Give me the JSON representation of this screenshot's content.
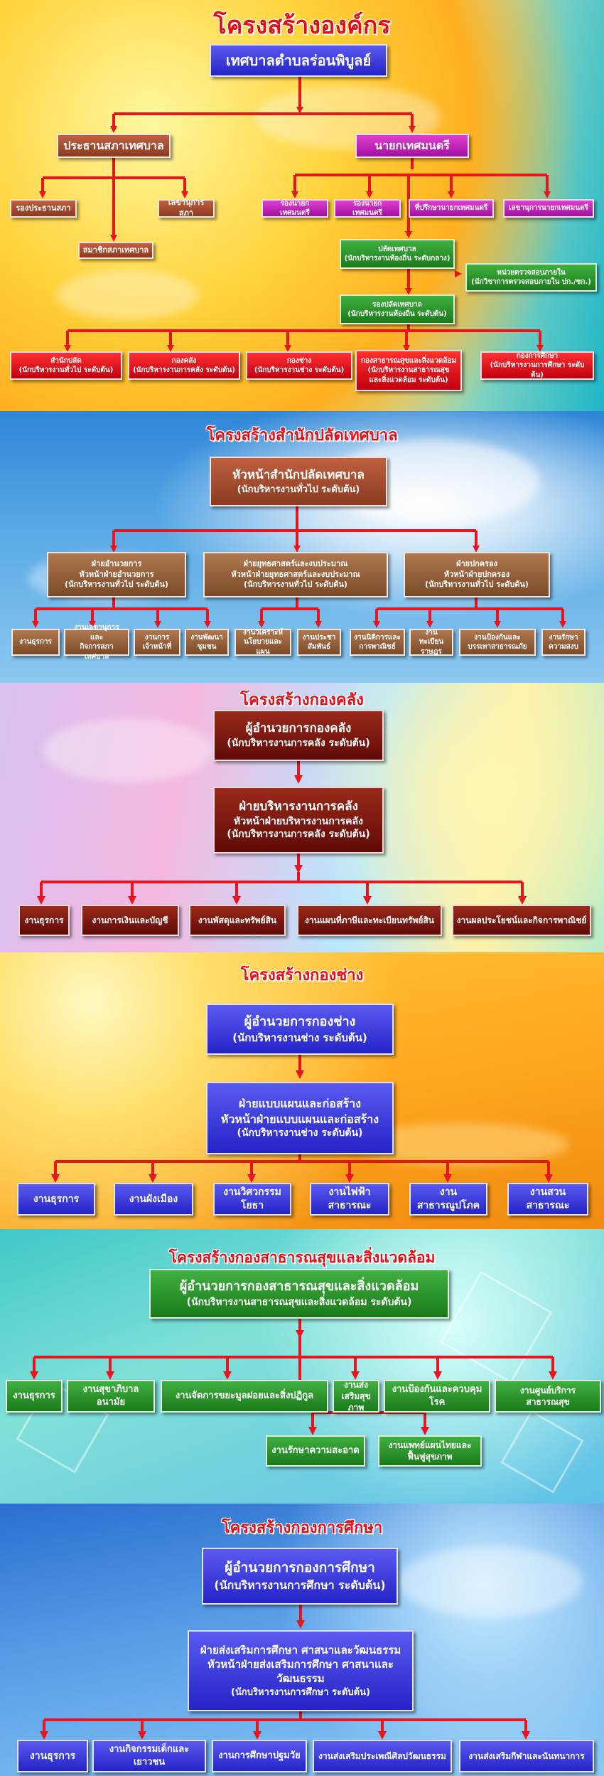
{
  "org": {
    "title": "โครงสร้างองค์กร",
    "top": "เทศบาลตำบลร่อนพิบูลย์",
    "council_president": "ประธานสภาเทศบาล",
    "mayor": "นายกเทศมนตรี",
    "council_vp": "รองประธานสภา",
    "council_secretary": "เลขานุการสภา",
    "council_members": "สมาชิกสภาเทศบาล",
    "deputy_mayor_1": "รองนายกเทศมนตรี",
    "deputy_mayor_2": "รองนายกเทศมนตรี",
    "mayor_advisor": "ที่ปรึกษานายกเทศมนตรี",
    "mayor_secretary": "เลขานุการนายกเทศมนตรี",
    "clerk": {
      "line1": "ปลัดเทศบาล",
      "line2": "(นักบริหารงานท้องถิ่น ระดับกลาง)"
    },
    "audit": {
      "line1": "หน่วยตรวจสอบภายใน",
      "line2": "(นักวิชาการตรวจสอบภายใน ปก./ชก.)"
    },
    "deputy_clerk": {
      "line1": "รองปลัดเทศบาล",
      "line2": "(นักบริหารงานท้องถิ่น ระดับต้น)"
    },
    "departments": [
      {
        "line1": "สำนักปลัด",
        "line2": "(นักบริหารงานทั่วไป ระดับต้น)"
      },
      {
        "line1": "กองคลัง",
        "line2": "(นักบริหารงานการคลัง ระดับต้น)"
      },
      {
        "line1": "กองช่าง",
        "line2": "(นักบริหารงานช่าง ระดับต้น)"
      },
      {
        "line1": "กองสาธารณสุขและสิ่งแวดล้อม",
        "line2": "(นักบริหารงานสาธารณสุข",
        "line3": "และสิ่งแวดล้อม ระดับต้น)"
      },
      {
        "line1": "กองการศึกษา",
        "line2": "(นักบริหารงานการศึกษา ระดับต้น)"
      }
    ]
  },
  "clerk_office": {
    "title": "โครงสร้างสำนักปลัดเทศบาล",
    "head": {
      "line1": "หัวหน้าสำนักปลัดเทศบาล",
      "line2": "(นักบริหารงานทั่วไป ระดับต้น)"
    },
    "divisions": [
      {
        "line1": "ฝ่ายอำนวยการ",
        "line2": "หัวหน้าฝ่ายอำนวยการ",
        "line3": "(นักบริหารงานทั่วไป ระดับต้น)"
      },
      {
        "line1": "ฝ่ายยุทธศาสตร์และงบประมาณ",
        "line2": "หัวหน้าฝ่ายยุทธศาสตร์และงบประมาณ",
        "line3": "(นักบริหารงานทั่วไป ระดับต้น)"
      },
      {
        "line1": "ฝ่ายปกครอง",
        "line2": "หัวหน้าฝ่ายปกครอง",
        "line3": "(นักบริหารงานทั่วไป ระดับต้น)"
      }
    ],
    "units": [
      {
        "line1": "งานธุรการ"
      },
      {
        "line1": "งานเลขานุการและ",
        "line2": "กิจการสภาเทศบาล"
      },
      {
        "line1": "งานการ",
        "line2": "เจ้าหน้าที่"
      },
      {
        "line1": "งานพัฒนา",
        "line2": "ชุมชน"
      },
      {
        "line1": "งานวิเคราะห์",
        "line2": "นโยบายและแผน"
      },
      {
        "line1": "งานประชา",
        "line2": "สัมพันธ์"
      },
      {
        "line1": "งานนิติการและ",
        "line2": "การพาณิชย์"
      },
      {
        "line1": "งานทะเบียน",
        "line2": "ราษฎร"
      },
      {
        "line1": "งานป้องกันและ",
        "line2": "บรรเทาสาธารณภัย"
      },
      {
        "line1": "งานรักษา",
        "line2": "ความสงบ"
      }
    ]
  },
  "finance": {
    "title": "โครงสร้างกองคลัง",
    "head": {
      "line1": "ผู้อำนวยการกองคลัง",
      "line2": "(นักบริหารงานการคลัง ระดับต้น)"
    },
    "division": {
      "line1": "ฝ่ายบริหารงานการคลัง",
      "line2": "หัวหน้าฝ่ายบริหารงานการคลัง",
      "line3": "(นักบริหารงานการคลัง ระดับต้น)"
    },
    "units": [
      "งานธุรการ",
      "งานการเงินและบัญชี",
      "งานพัสดุและทรัพย์สิน",
      "งานแผนที่ภาษีและทะเบียนทรัพย์สิน",
      "งานผลประโยชน์และกิจการพาณิชย์"
    ]
  },
  "engineering": {
    "title": "โครงสร้างกองช่าง",
    "head": {
      "line1": "ผู้อำนวยการกองช่าง",
      "line2": "(นักบริหารงานช่าง ระดับต้น)"
    },
    "division": {
      "line1": "ฝ่ายแบบแผนและก่อสร้าง",
      "line2": "หัวหน้าฝ่ายแบบแผนและก่อสร้าง",
      "line3": "(นักบริหารงานช่าง ระดับต้น)"
    },
    "units": [
      "งานธุรการ",
      "งานผังเมือง",
      "งานวิศวกรรมโยธา",
      "งานไฟฟ้าสาธารณะ",
      "งานสาธารณูปโภค",
      "งานสวนสาธารณะ"
    ]
  },
  "health": {
    "title": "โครงสร้างกองสาธารณสุขและสิ่งแวดล้อม",
    "head": {
      "line1": "ผู้อำนวยการกองสาธารณสุขและสิ่งแวดล้อม",
      "line2": "(นักบริหารงานสาธารณสุขและสิ่งแวดล้อม ระดับต้น)"
    },
    "units": [
      "งานธุรการ",
      "งานสุขาภิบาลอนามัย",
      "งานจัดการขยะมูลฝอยและสิ่งปฏิกูล",
      "งานส่งเสริมสุขภาพ",
      "งานป้องกันและควบคุมโรค",
      "งานศูนย์บริการสาธารณสุข"
    ],
    "units_row2": [
      "งานรักษาความสะอาด",
      "งานแพทย์แผนไทยและฟื้นฟูสุขภาพ"
    ]
  },
  "education": {
    "title": "โครงสร้างกองการศึกษา",
    "head": {
      "line1": "ผู้อำนวยการกองการศึกษา",
      "line2": "(นักบริหารงานการศึกษา ระดับต้น)"
    },
    "division": {
      "line1": "ฝ่ายส่งเสริมการศึกษา ศาสนาและวัฒนธรรม",
      "line2": "หัวหน้าฝ่ายส่งเสริมการศึกษา ศาสนาและวัฒนธรรม",
      "line3": "(นักบริหารงานการศึกษา ระดับต้น)"
    },
    "units": [
      "งานธุรการ",
      "งานกิจกรรมเด็กและเยาวชน",
      "งานการศึกษาปฐมวัย",
      "งานส่งเสริมประเพณีศิลปวัฒนธรรม",
      "งานส่งเสริมกีฬาและนันทนาการ"
    ]
  },
  "colors": {
    "line": "#e8141e",
    "title": "#e0101a"
  }
}
